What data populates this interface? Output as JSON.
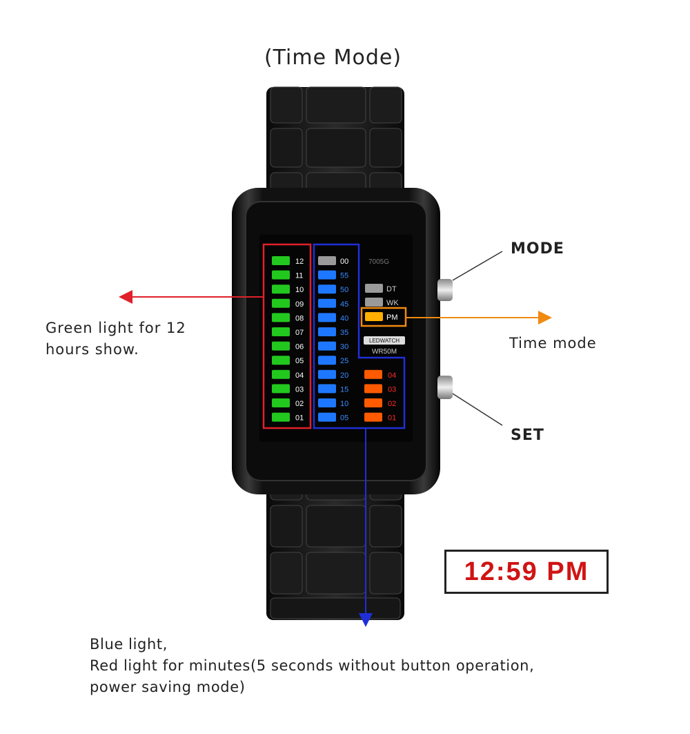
{
  "title": "(Time Mode)",
  "labels": {
    "mode": "MODE",
    "set": "SET",
    "time_mode": "Time mode",
    "green_note": [
      "Green light for 12",
      "hours show."
    ],
    "bottom_note": [
      "Blue light,",
      "Red light for minutes(5 seconds without button operation,",
      "power saving mode)"
    ]
  },
  "time_display": "12:59 PM",
  "watch": {
    "model": "7005G",
    "brand": "LEDWATCH",
    "water_resistance": "WR50M",
    "status_labels": [
      "DT",
      "WK",
      "PM"
    ],
    "active_status": "PM",
    "hour_labels": [
      "12",
      "11",
      "10",
      "09",
      "08",
      "07",
      "06",
      "05",
      "04",
      "03",
      "02",
      "01"
    ],
    "minute_labels": [
      "00",
      "55",
      "50",
      "45",
      "40",
      "35",
      "30",
      "25",
      "20",
      "15",
      "10",
      "05"
    ],
    "extra_minute_labels": [
      "04",
      "03",
      "02",
      "01"
    ]
  },
  "colors": {
    "hour_led": "#22c81e",
    "minute_led": "#1e78ff",
    "extra_minute_led": "#ff5a00",
    "pm_led": "#ffb000",
    "hour_frame": "#e0202a",
    "minute_frame": "#1f2fd8",
    "pm_frame": "#f08a10",
    "time_text": "#d01414"
  }
}
